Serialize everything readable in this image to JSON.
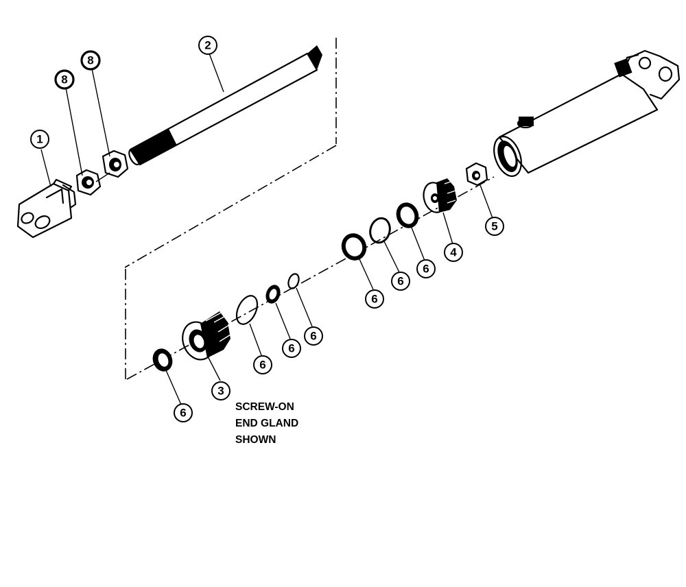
{
  "callouts": [
    {
      "id": "clevis",
      "label": "1"
    },
    {
      "id": "rod",
      "label": "2"
    },
    {
      "id": "gland",
      "label": "3"
    },
    {
      "id": "piston",
      "label": "4"
    },
    {
      "id": "piston-nut",
      "label": "5"
    },
    {
      "id": "seal-a",
      "label": "6"
    },
    {
      "id": "seal-b",
      "label": "6"
    },
    {
      "id": "seal-c",
      "label": "6"
    },
    {
      "id": "seal-d",
      "label": "6"
    },
    {
      "id": "seal-e",
      "label": "6"
    },
    {
      "id": "seal-f",
      "label": "6"
    },
    {
      "id": "seal-g",
      "label": "6"
    },
    {
      "id": "seal-h",
      "label": "6"
    },
    {
      "id": "jam-nut-a",
      "label": "8"
    },
    {
      "id": "jam-nut-b",
      "label": "8"
    }
  ],
  "note": {
    "line1": "SCREW-ON",
    "line2": "END GLAND",
    "line3": "SHOWN"
  }
}
